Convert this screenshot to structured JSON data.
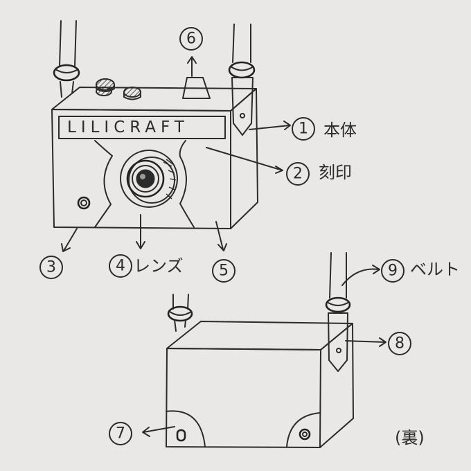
{
  "brand": "LILICRAFT",
  "back_note": "(裏)",
  "callouts": {
    "c1": {
      "number": "1",
      "text": "本体"
    },
    "c2": {
      "number": "2",
      "text": "刻印"
    },
    "c3": {
      "number": "3",
      "text": ""
    },
    "c4": {
      "number": "4",
      "text": "レンズ"
    },
    "c5": {
      "number": "5",
      "text": ""
    },
    "c6": {
      "number": "6",
      "text": ""
    },
    "c7": {
      "number": "7",
      "text": ""
    },
    "c8": {
      "number": "8",
      "text": ""
    },
    "c9": {
      "number": "9",
      "text": "ベルト"
    }
  },
  "colors": {
    "paper": "#e9e8e6",
    "ink": "#2b2b2b"
  }
}
